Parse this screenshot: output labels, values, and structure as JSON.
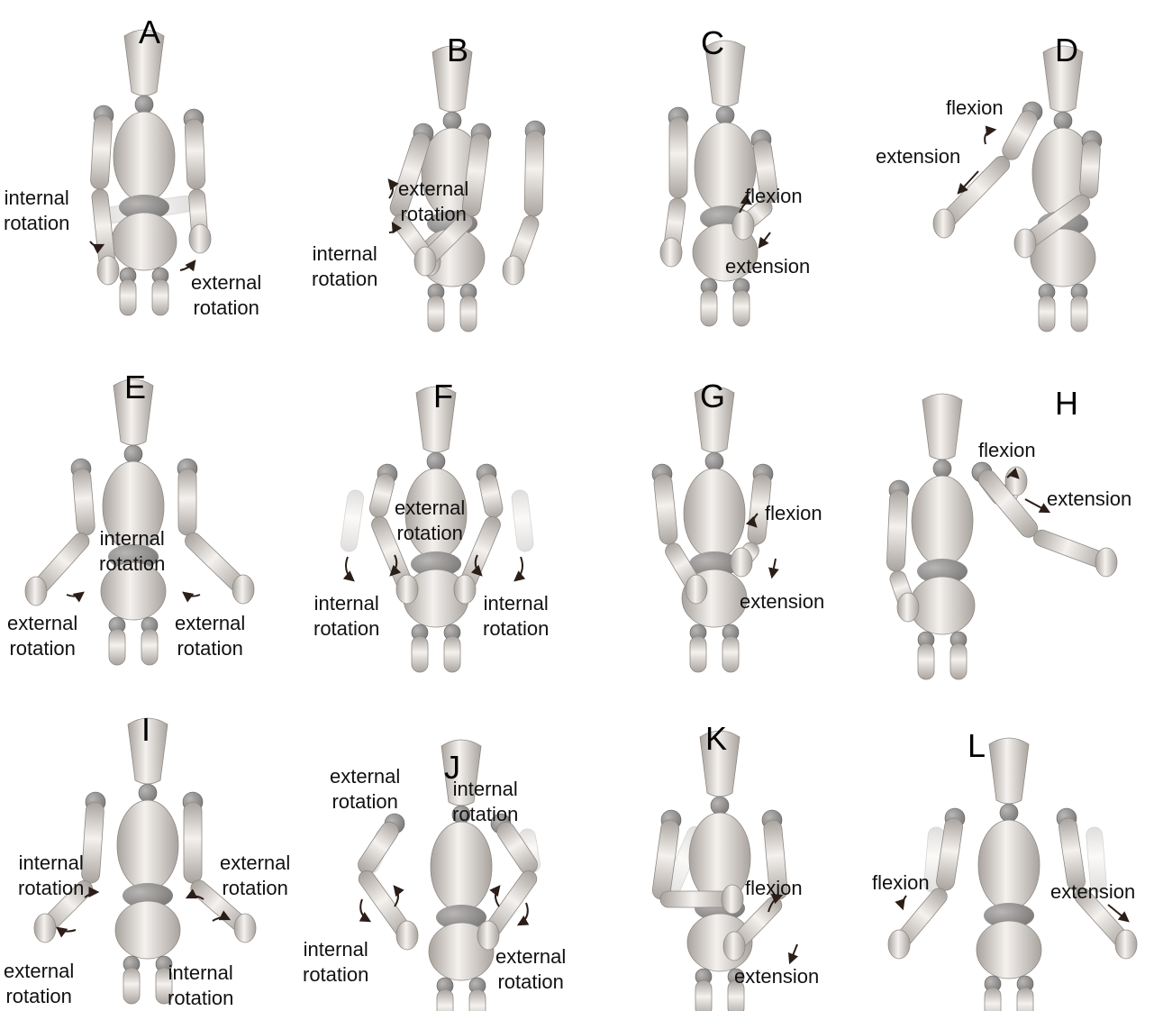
{
  "panels": [
    {
      "id": "A",
      "labels": [
        [
          "internal",
          "rotation"
        ],
        [
          "external",
          "rotation"
        ]
      ]
    },
    {
      "id": "B",
      "labels": [
        [
          "external",
          "rotation"
        ],
        [
          "internal",
          "rotation"
        ]
      ]
    },
    {
      "id": "C",
      "labels": [
        [
          "flexion"
        ],
        [
          "extension"
        ]
      ]
    },
    {
      "id": "D",
      "labels": [
        [
          "flexion"
        ],
        [
          "extension"
        ]
      ]
    },
    {
      "id": "E",
      "labels": [
        [
          "internal",
          "rotation"
        ],
        [
          "external",
          "rotation"
        ],
        [
          "external",
          "rotation"
        ]
      ]
    },
    {
      "id": "F",
      "labels": [
        [
          "external",
          "rotation"
        ],
        [
          "internal",
          "rotation"
        ],
        [
          "internal",
          "rotation"
        ]
      ]
    },
    {
      "id": "G",
      "labels": [
        [
          "flexion"
        ],
        [
          "extension"
        ]
      ]
    },
    {
      "id": "H",
      "labels": [
        [
          "flexion"
        ],
        [
          "extension"
        ]
      ]
    },
    {
      "id": "I",
      "labels": [
        [
          "internal",
          "rotation"
        ],
        [
          "external",
          "rotation"
        ],
        [
          "external",
          "rotation"
        ],
        [
          "internal",
          "rotation"
        ]
      ]
    },
    {
      "id": "J",
      "labels": [
        [
          "external",
          "rotation"
        ],
        [
          "internal",
          "rotation"
        ],
        [
          "internal",
          "rotation"
        ],
        [
          "external",
          "rotation"
        ]
      ]
    },
    {
      "id": "K",
      "labels": [
        [
          "flexion"
        ],
        [
          "extension"
        ]
      ]
    },
    {
      "id": "L",
      "labels": [
        [
          "flexion"
        ],
        [
          "extension"
        ]
      ]
    }
  ],
  "colors": {
    "body": "#d9d4cf",
    "joint": "#7d7b7a",
    "shade": "#a9a39e",
    "arrow": "#2b1d17"
  }
}
